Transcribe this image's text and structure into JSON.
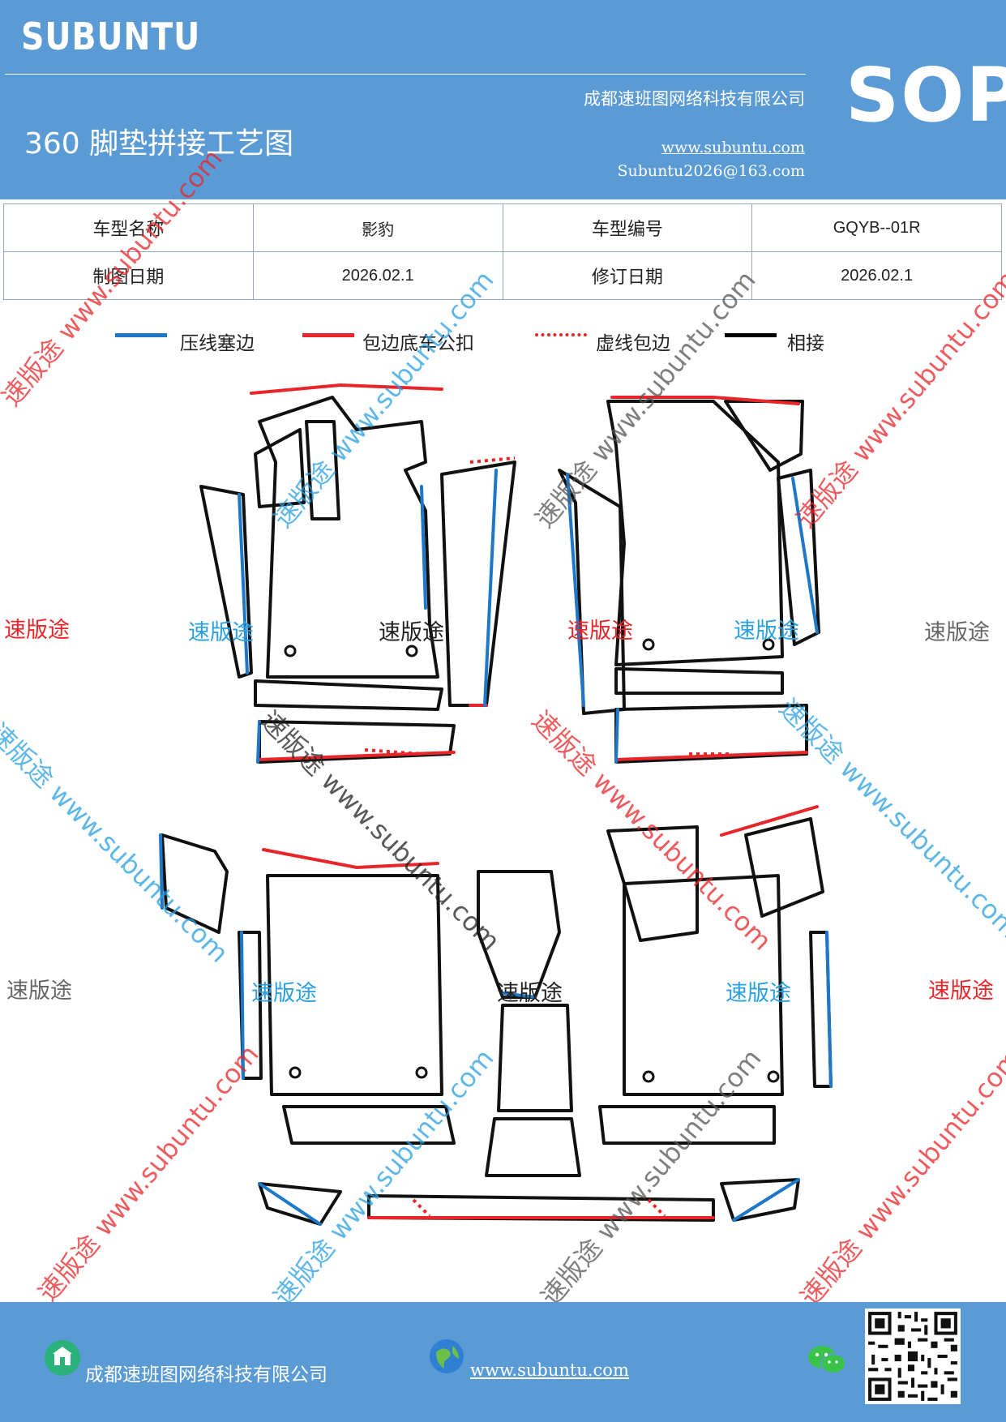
{
  "header": {
    "brand": "SUBUNTU",
    "title": "360 脚垫拼接工艺图",
    "company": "成都速班图网络科技有限公司",
    "website": "www.subuntu.com",
    "email": "Subuntu2026@163.com",
    "sop": "SOP"
  },
  "info": {
    "model_name_label": "车型名称",
    "model_name_value": "影豹",
    "model_code_label": "车型编号",
    "model_code_value": "GQYB--01R",
    "draw_date_label": "制图日期",
    "draw_date_value": "2026.02.1",
    "revise_date_label": "修订日期",
    "revise_date_value": "2026.02.1"
  },
  "legend": [
    {
      "label": "压线塞边",
      "color": "#1f77c8",
      "style": "solid"
    },
    {
      "label": "包边底车公扣",
      "color": "#e8262a",
      "style": "solid"
    },
    {
      "label": "虚线包边",
      "color": "#e8262a",
      "style": "dotted"
    },
    {
      "label": "相接",
      "color": "#000000",
      "style": "solid"
    }
  ],
  "watermarks": {
    "diagonal": "速版途 www.subuntu.com",
    "plain": "速版途"
  },
  "footer": {
    "company": "成都速班图网络科技有限公司",
    "website": "www.subuntu.com"
  },
  "colors": {
    "header_bg": "#5b9bd5",
    "blue_edge": "#1f77c8",
    "red_edge": "#e8262a",
    "watermark_red": "#e8262a",
    "watermark_blue": "#2aa0e0",
    "watermark_gray": "#666666"
  },
  "icons": {
    "company_icon": "home-badge-icon",
    "web_icon": "globe-icon",
    "wechat_icon": "wechat-icon",
    "qr_icon": "qr-code-icon"
  }
}
